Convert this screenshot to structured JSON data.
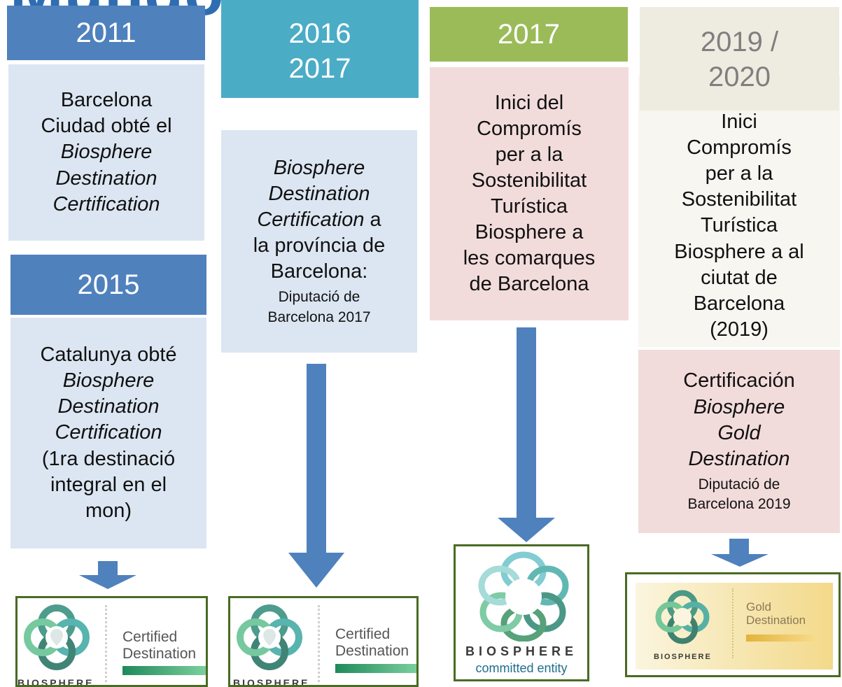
{
  "title": "Mundo Dom",
  "columns": [
    {
      "year": "2011",
      "desc_lines": [
        "Barcelona",
        "Ciudad obté el"
      ],
      "desc_italic": [
        "Biosphere",
        "Destination",
        "Certification"
      ]
    },
    {
      "year_lines": [
        "2016",
        "2017"
      ],
      "desc_italic": [
        "Biosphere",
        "Destination",
        "Certification"
      ],
      "desc_after_italic": " a",
      "desc_lines": [
        "la província de",
        "Barcelona:"
      ],
      "note_lines": [
        "Diputació de",
        "Barcelona 2017"
      ]
    },
    {
      "year": "2017",
      "desc_lines": [
        "Inici del",
        "Compromís",
        "per a la",
        "Sostenibilitat",
        "Turística",
        "Biosphere a",
        "les comarques",
        "de Barcelona"
      ]
    },
    {
      "year_lines": [
        "2019 /",
        "2020"
      ],
      "desc_lines": [
        "Inici",
        "Compromís",
        "per a la",
        "Sostenibilitat",
        "Turística",
        "Biosphere a al",
        "ciutat de",
        "Barcelona",
        "(2019)"
      ],
      "cert_label": "Certificación",
      "cert_italic": [
        "Biosphere",
        "Gold",
        "Destination"
      ],
      "note_lines": [
        "Diputació de",
        "Barcelona 2019"
      ]
    }
  ],
  "col1_second": {
    "year": "2015",
    "desc_lines": [
      "Catalunya obté"
    ],
    "desc_italic": [
      "Biosphere",
      "Destination",
      "Certification"
    ],
    "desc_after": [
      "(1ra destinació",
      "integral en el",
      "mon)"
    ]
  },
  "logos": {
    "certified": [
      "Certified",
      "Destination"
    ],
    "biosphere": "BIOSPHERE",
    "committed": "committed entity",
    "gold": [
      "Gold",
      "Destination"
    ]
  },
  "colors": {
    "blue_header": "#4f81bd",
    "teal_header": "#4bacc6",
    "green_header": "#9bbb59",
    "beige_header": "#eeece1",
    "light_blue_box": "#dce6f2",
    "pink_box": "#f2dcdb",
    "arrow": "#4f81bd"
  }
}
